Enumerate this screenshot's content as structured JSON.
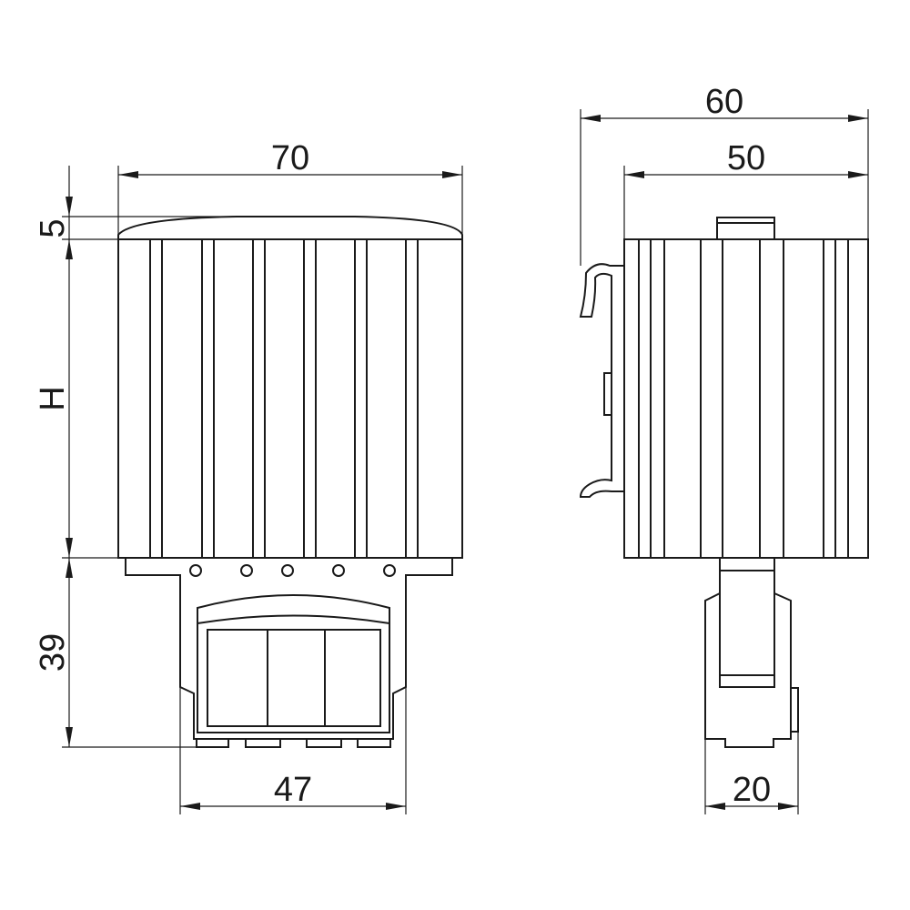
{
  "diagram": {
    "front_view": {
      "dim_width": "70",
      "dim_top": "5",
      "dim_height": "H",
      "dim_terminal_height": "39",
      "dim_terminal_width": "47"
    },
    "side_view": {
      "dim_overall_depth": "60",
      "dim_body_depth": "50",
      "dim_terminal_depth": "20"
    },
    "line_color": "#1a1a1a",
    "background_color": "#ffffff"
  }
}
